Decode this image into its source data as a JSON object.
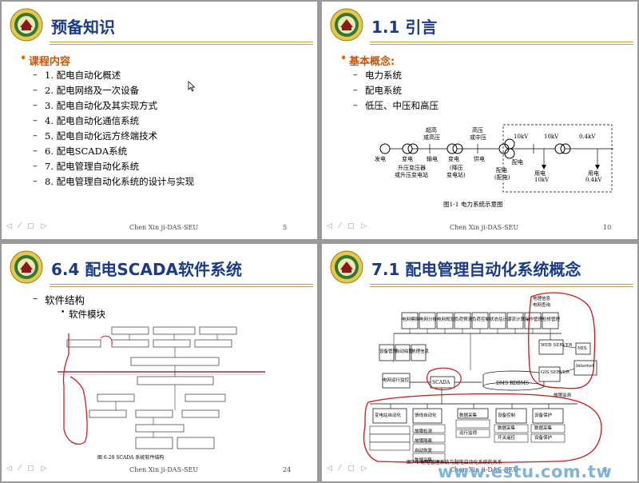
{
  "footer": {
    "author": "Chen Xin ji-DAS-SEU"
  },
  "slide1": {
    "title": "预备知识",
    "bullet": "课程内容",
    "items": [
      "1.  配电自动化概述",
      "2.  配电网络及一次设备",
      "3.  配电自动化及其实现方式",
      "4.  配电自动化通信系统",
      "5.  配电自动化远方终端技术",
      "6.  配电SCADA系统",
      "7.  配电管理自动化系统",
      "8.  配电管理自动化系统的设计与实现"
    ],
    "page": "5"
  },
  "slide2": {
    "title": "1.1 引言",
    "bullet": "基本概念:",
    "items": [
      "电力系统",
      "配电系统",
      "低压、中压和高压"
    ],
    "diagram": {
      "labels_top": [
        "超高",
        "或高压",
        "高压",
        "或中压",
        "10kV",
        "10kV",
        "0.4kV"
      ],
      "labels_bottom": [
        "发电",
        "变电",
        "输电",
        "变电",
        "供电",
        "配电",
        "配电",
        "(配电)",
        "用电",
        "10kV",
        "用电",
        "0.4kV"
      ],
      "labels_step": [
        "升压变压器",
        "或升压变电站",
        "(降压",
        "变电站)"
      ],
      "caption": "图1-1  电力系统示意图"
    },
    "page": "10"
  },
  "slide3": {
    "title": "6.4 配电SCADA软件系统",
    "items": [
      "软件结构"
    ],
    "sub_items": [
      "软件模块"
    ],
    "caption": "图 6-20   SCADA 系统软件结构",
    "page": "24"
  },
  "slide4": {
    "title": "7.1 配电管理自动化系统概念",
    "diagram": {
      "top_modules": [
        "电网模拟",
        "电网分析",
        "电网规划",
        "负荷预测",
        "负荷控制",
        "状态估计",
        "潮流计算",
        "操作管理",
        "检修管理"
      ],
      "left_modules": [
        "设备管理",
        "自动绘图",
        "地理信息"
      ],
      "center": "SCADA",
      "db": "DMS RDBMS",
      "grid_op": "电网运行监控",
      "web": "WEB SERVER",
      "mis": "MIS",
      "gis": "GIS SERVER",
      "internet": "Internet",
      "top_right": [
        "地理信息",
        "电网查询"
      ],
      "fault": "故障监测",
      "bottom_left": "变电站自动化",
      "col1": [
        "馈线自动化",
        "故障检测",
        "故障隔离",
        "自动恢复",
        "数据采集"
      ],
      "col2": [
        "数据采集",
        "运行监视"
      ],
      "col3": [
        "设备控制",
        "数据采集",
        "开关遥控"
      ],
      "col4": [
        "设备保护",
        "数据采集",
        "设备保护"
      ],
      "caption": "图7-1  配电管理系统与配电自动化系统的关系"
    },
    "page": "8"
  },
  "watermark": "www.estu.com.tw"
}
